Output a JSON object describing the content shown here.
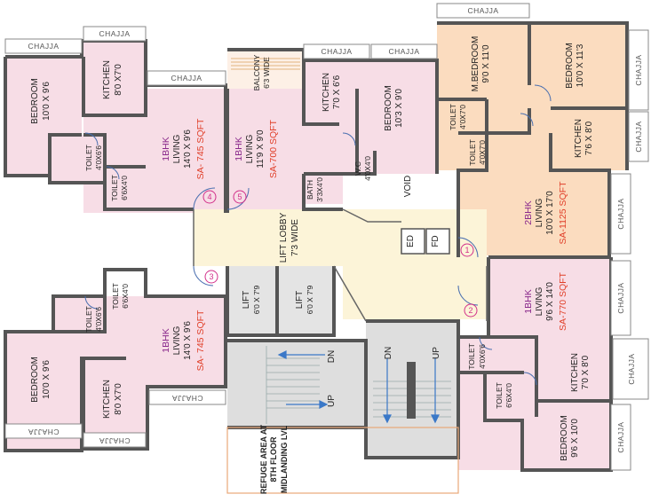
{
  "chajja": {
    "label": "CHAJJA"
  },
  "units": {
    "u1": "1",
    "u2": "2",
    "u3": "3",
    "u4": "4",
    "u5": "5"
  },
  "rooms": {
    "tl_bedroom": {
      "name": "BEDROOM",
      "dim": "10'0 X 9'6"
    },
    "tl_kitchen": {
      "name": "KITCHEN",
      "dim": "8'0 X7'0"
    },
    "tl_toilet1": {
      "name": "TOILET",
      "dim": "4'0X6'6"
    },
    "tl_toilet2": {
      "name": "TOILET",
      "dim": "6'6X4'0"
    },
    "tl_living": {
      "bhk": "1BHK",
      "name": "LIVING",
      "dim": "14'0 X 9'6",
      "sa": "SA- 745 SQFT"
    },
    "balcony": {
      "name": "BALCONY",
      "dim": "6'3 WIDE"
    },
    "tm_living": {
      "bhk": "1BHK",
      "name": "LIVING",
      "dim": "11'9 X 9'0",
      "sa": "SA-700 SQFT"
    },
    "tm_kitchen": {
      "name": "KITCHEN",
      "dim": "7'0 X 6'6"
    },
    "tm_bedroom": {
      "name": "BEDROOM",
      "dim": "10'3 X 9'0"
    },
    "tm_wc": {
      "name": "W.C",
      "dim": "4'0X4'0"
    },
    "tm_bath": {
      "name": "BATH",
      "dim": "3'3X4'0"
    },
    "tr_mbedroom": {
      "name": "M.BEDROOM",
      "dim": "9'0 X 11'0"
    },
    "tr_bedroom": {
      "name": "BEDROOM",
      "dim": "10'0 X 11'3"
    },
    "tr_toilet1": {
      "name": "TOILET",
      "dim": "4'0X7'0"
    },
    "tr_toilet2": {
      "name": "TOILET",
      "dim": "4'0X7'0"
    },
    "tr_kitchen": {
      "name": "KITCHEN",
      "dim": "7'6 X 8'0"
    },
    "tr_living": {
      "bhk": "2BHK",
      "name": "LIVING",
      "dim": "10'0 X 17'0",
      "sa": "SA-1125 SQFT"
    },
    "bl_toilet1": {
      "name": "TOILET",
      "dim": "6'6X4'0"
    },
    "bl_toilet2": {
      "name": "TOILET",
      "dim": "4'0X6'6"
    },
    "bl_living": {
      "bhk": "1BHK",
      "name": "LIVING",
      "dim": "14'0 X 9'6",
      "sa": "SA- 745 SQFT"
    },
    "bl_bedroom": {
      "name": "BEDROOM",
      "dim": "10'0 X 9'6"
    },
    "bl_kitchen": {
      "name": "KITCHEN",
      "dim": "8'0 X7'0"
    },
    "br_living": {
      "bhk": "1BHK",
      "name": "LIVING",
      "dim": "9'6 X 14'0",
      "sa": "SA-770 SQFT"
    },
    "br_toilet1": {
      "name": "TOILET",
      "dim": "4'0X6'6"
    },
    "br_toilet2": {
      "name": "TOILET",
      "dim": "6'6X4'0"
    },
    "br_kitchen": {
      "name": "KITCHEN",
      "dim": "7'0 X 8'0"
    },
    "br_bedroom": {
      "name": "BEDROOM",
      "dim": "9'6 X 10'0"
    }
  },
  "lobby": {
    "name": "LIFT LOBBY",
    "dim": "7'3 WIDE"
  },
  "lifts": [
    {
      "name": "LIFT",
      "dim": "6'0 X 7'9"
    },
    {
      "name": "LIFT",
      "dim": "6'0 X 7'9"
    }
  ],
  "stairs": {
    "up": "UP",
    "dn": "DN"
  },
  "misc": {
    "void": "VOID",
    "ed": "ED",
    "fd": "FD"
  },
  "refuge": {
    "line1": "REFUGE AREA AT",
    "line2": "8TH FLOOR",
    "line3": "MIDLANDING LVL"
  },
  "colors": {
    "flat_fill": "#f7dde6",
    "two_bhk_fill": "#fbdcbf",
    "lobby_fill": "#fcf4d8",
    "service_fill": "#dedede",
    "bhk_text": "#8a2a8c",
    "area_text": "#e0402a",
    "marker": "#d2308a",
    "arrow": "#3a78c8"
  }
}
